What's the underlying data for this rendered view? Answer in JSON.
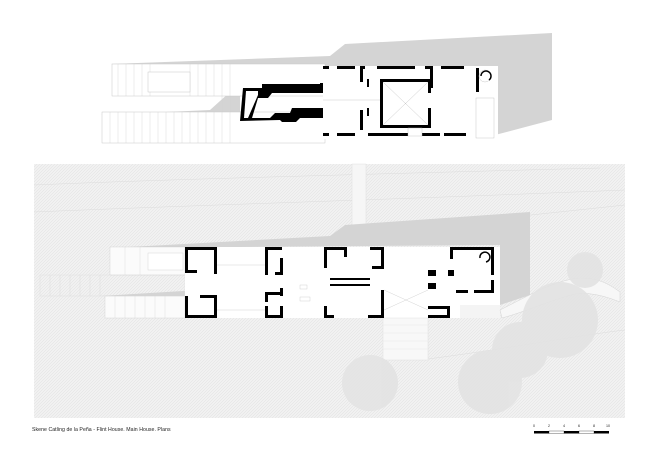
{
  "sheet": {
    "caption": "Skene Catling de la Peña - Flint House. Main House. Plans"
  },
  "scale_bar": {
    "ticks": [
      "0",
      "2",
      "4",
      "6",
      "8",
      "10"
    ],
    "unit": "m"
  },
  "plans": [
    {
      "name": "upper-floor-plan",
      "position": "top"
    },
    {
      "name": "ground-floor-plan",
      "position": "bottom"
    }
  ],
  "colors": {
    "walls": "#000000",
    "shadow": "#d4d4d4",
    "hatch_ground": "#efefef",
    "lines": "#bdbdbd",
    "trees": "#e2e2e2"
  }
}
